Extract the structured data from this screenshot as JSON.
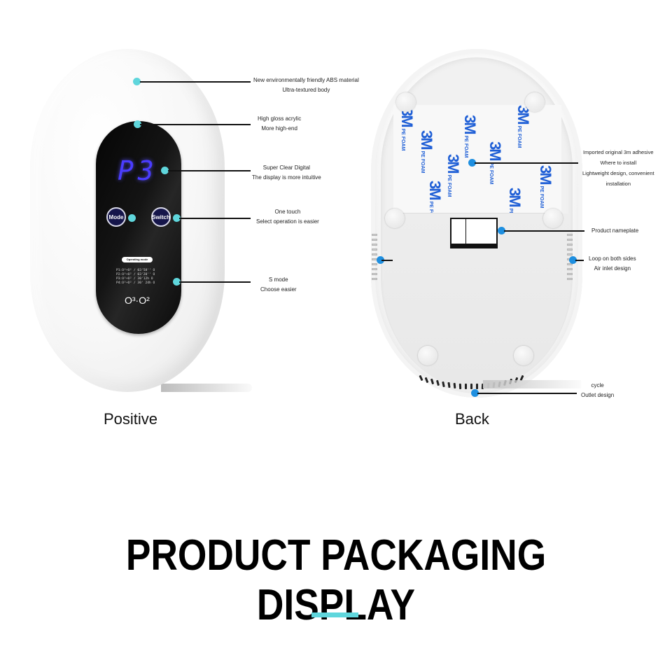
{
  "front": {
    "view_label": "Positive",
    "display_text": "P3",
    "buttons": {
      "mode": "Mode",
      "switch": "Switch"
    },
    "operating_mode_label": "Operating mode",
    "mode_rows": [
      "P1:O³+O² / 03'58'' O",
      "P2:O³+O² / 03'20'' O",
      "P3:O³+O² / 30'12h O",
      "P4:O³+O² / 30'  24h O"
    ],
    "gas_label": "O³·O²",
    "display_color": "#4a3cff",
    "callouts": [
      {
        "line1": "New environmentally friendly ABS material",
        "line2": "Ultra-textured body"
      },
      {
        "line1": "High gloss acrylic",
        "line2": "More high-end"
      },
      {
        "line1": "Super Clear Digital",
        "line2": "The display is more intuitive"
      },
      {
        "line1": "One touch",
        "line2": "Select operation is easier"
      },
      {
        "line1": "S mode",
        "line2": "Choose easier"
      }
    ],
    "dot_color": "#5fd6dc"
  },
  "back": {
    "view_label": "Back",
    "foam_brand": "3M",
    "foam_text": "PE FOAM",
    "foam_color": "#1f5fd6",
    "callouts": [
      {
        "line1": "Imported original 3m adhesive",
        "line2": "Where to install",
        "line3": "Lightweight design, convenient",
        "line4": "installation"
      },
      {
        "line1": "Product nameplate"
      },
      {
        "line1": "Loop on both sides",
        "line2": "Air inlet design"
      },
      {
        "line1": "cycle",
        "line2": "Outlet design"
      }
    ],
    "dot_color": "#1e8fe0"
  },
  "title": "PRODUCT PACKAGING DISPLAY",
  "accent_color": "#5fd6dc"
}
